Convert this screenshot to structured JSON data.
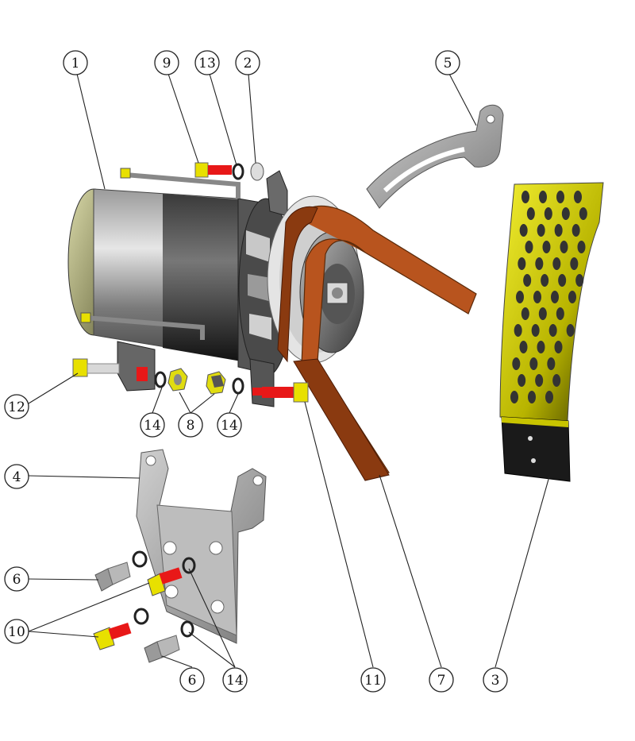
{
  "diagram": {
    "callouts": [
      {
        "id": "c1",
        "label": "1"
      },
      {
        "id": "c9",
        "label": "9"
      },
      {
        "id": "c13",
        "label": "13"
      },
      {
        "id": "c2",
        "label": "2"
      },
      {
        "id": "c5",
        "label": "5"
      },
      {
        "id": "c12",
        "label": "12"
      },
      {
        "id": "c14a",
        "label": "14"
      },
      {
        "id": "c8",
        "label": "8"
      },
      {
        "id": "c14b",
        "label": "14"
      },
      {
        "id": "c4",
        "label": "4"
      },
      {
        "id": "c6a",
        "label": "6"
      },
      {
        "id": "c10",
        "label": "10"
      },
      {
        "id": "c6b",
        "label": "6"
      },
      {
        "id": "c14c",
        "label": "14"
      },
      {
        "id": "c11",
        "label": "11"
      },
      {
        "id": "c7",
        "label": "7"
      },
      {
        "id": "c3",
        "label": "3"
      }
    ],
    "colors": {
      "bolt_yellow": "#e8e000",
      "bolt_red": "#e81818",
      "belt": "#b8541e",
      "shield_yellow": "#d8d400",
      "metal_grey": "#a8a8a8",
      "dark_metal": "#2a2a2a"
    }
  }
}
